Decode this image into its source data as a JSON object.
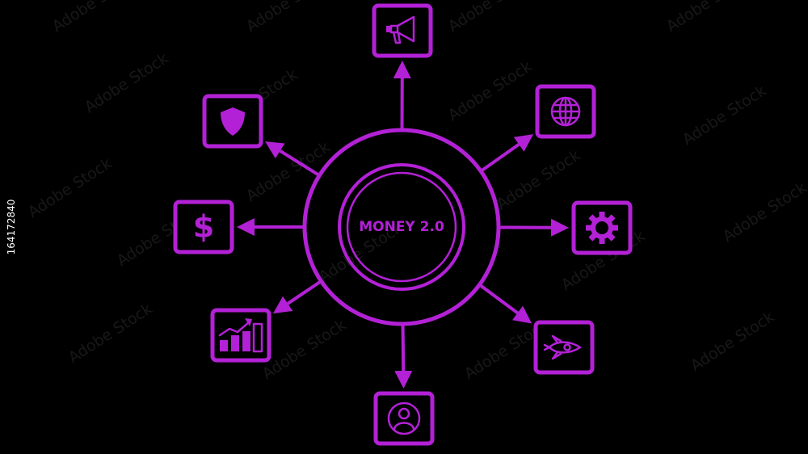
{
  "center": {
    "label": "MONEY 2.0"
  },
  "nodes": [
    {
      "id": "marketing",
      "icon": "megaphone-icon"
    },
    {
      "id": "global",
      "icon": "globe-icon"
    },
    {
      "id": "settings",
      "icon": "gear-icon"
    },
    {
      "id": "startup",
      "icon": "rocket-icon"
    },
    {
      "id": "user",
      "icon": "user-icon"
    },
    {
      "id": "growth",
      "icon": "bar-chart-growth-icon"
    },
    {
      "id": "money",
      "icon": "dollar-icon"
    },
    {
      "id": "security",
      "icon": "shield-icon"
    }
  ],
  "watermark": {
    "text": "Adobe Stock"
  },
  "stock_id": "164172840",
  "colors": {
    "accent": "#b321d6",
    "background": "#000000"
  }
}
